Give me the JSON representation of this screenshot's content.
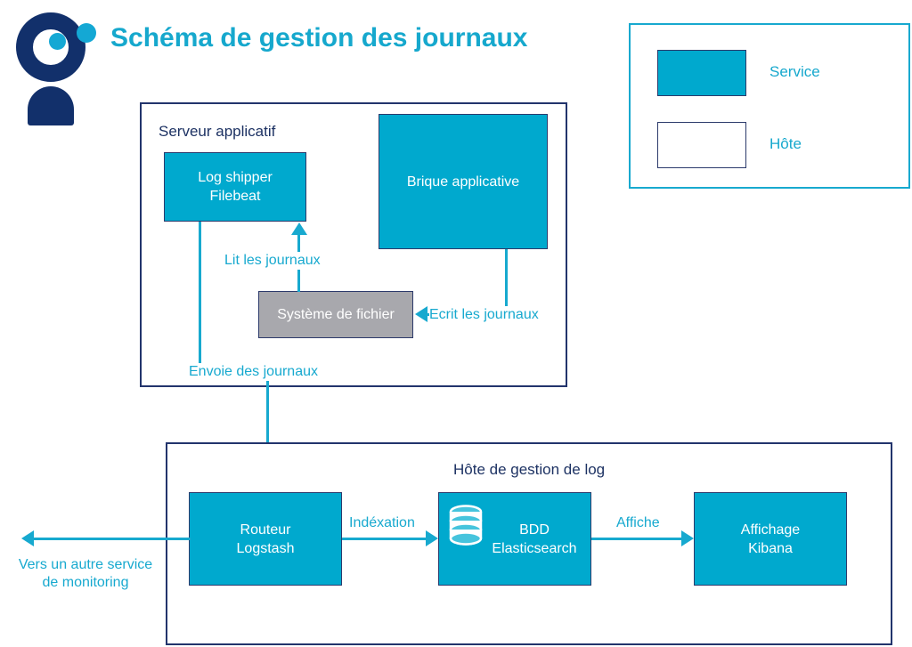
{
  "title": "Schéma de gestion des journaux",
  "colors": {
    "service_fill": "#00a9ce",
    "accent_cyan": "#17a9cf",
    "navy": "#22346c",
    "logo_navy": "#12306b",
    "filesystem_grey": "#a8a8ad"
  },
  "logo": {
    "ring_icon": "logo-ring-icon",
    "dot_large_icon": "logo-dot-large-icon",
    "dot_small_icon": "logo-dot-small-icon",
    "body_icon": "logo-body-icon"
  },
  "legend": {
    "items": [
      {
        "label": "Service",
        "swatch": "service"
      },
      {
        "label": "Hôte",
        "swatch": "host"
      }
    ]
  },
  "containers": [
    {
      "id": "app",
      "title": "Serveur applicatif"
    },
    {
      "id": "logmgmt",
      "title": "Hôte de gestion de log"
    }
  ],
  "nodes": [
    {
      "id": "filebeat",
      "label": "Log shipper\nFilebeat",
      "type": "service"
    },
    {
      "id": "brique",
      "label": "Brique applicative",
      "type": "service"
    },
    {
      "id": "fs",
      "label": "Système de fichier",
      "type": "filesystem"
    },
    {
      "id": "logstash",
      "label": "Routeur\nLogstash",
      "type": "service"
    },
    {
      "id": "bdd",
      "label": "BDD\nElasticsearch",
      "type": "service",
      "icon": "database-icon"
    },
    {
      "id": "kibana",
      "label": "Affichage\nKibana",
      "type": "service"
    }
  ],
  "connections": [
    {
      "id": "lit",
      "label": "Lit les journaux"
    },
    {
      "id": "ecrit",
      "label": "Ecrit les journaux"
    },
    {
      "id": "envoie",
      "label": "Envoie des journaux"
    },
    {
      "id": "indexation",
      "label": "Indéxation"
    },
    {
      "id": "affiche",
      "label": "Affiche"
    },
    {
      "id": "monitoring",
      "label": "Vers un autre service\nde monitoring"
    }
  ]
}
